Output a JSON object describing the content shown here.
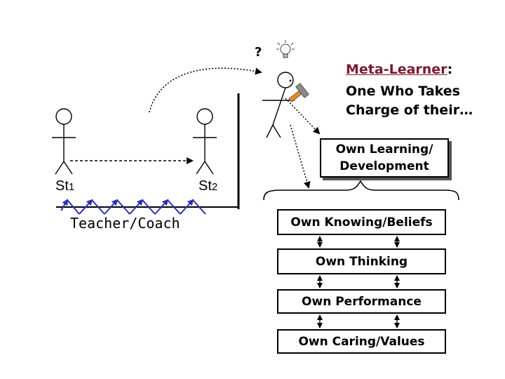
{
  "question_mark": "?",
  "labels": {
    "st1_main": "St",
    "st1_sub": "1",
    "st2_main": "St",
    "st2_sub": "2",
    "teacher": "Teacher/Coach"
  },
  "meta": {
    "title": "Meta-Learner",
    "colon": ":",
    "line2": "One Who Takes",
    "line3": "Charge of their…",
    "title_color": "#7a1a2e"
  },
  "learning_box": {
    "line1": "Own Learning/",
    "line2": "Development"
  },
  "stack": [
    "Own Knowing/Beliefs",
    "Own Thinking",
    "Own Performance",
    "Own Caring/Values"
  ],
  "colors": {
    "zigzag": "#2b2fb3",
    "hammer_head": "#8a8a8a",
    "hammer_handle": "#d98b3a"
  }
}
